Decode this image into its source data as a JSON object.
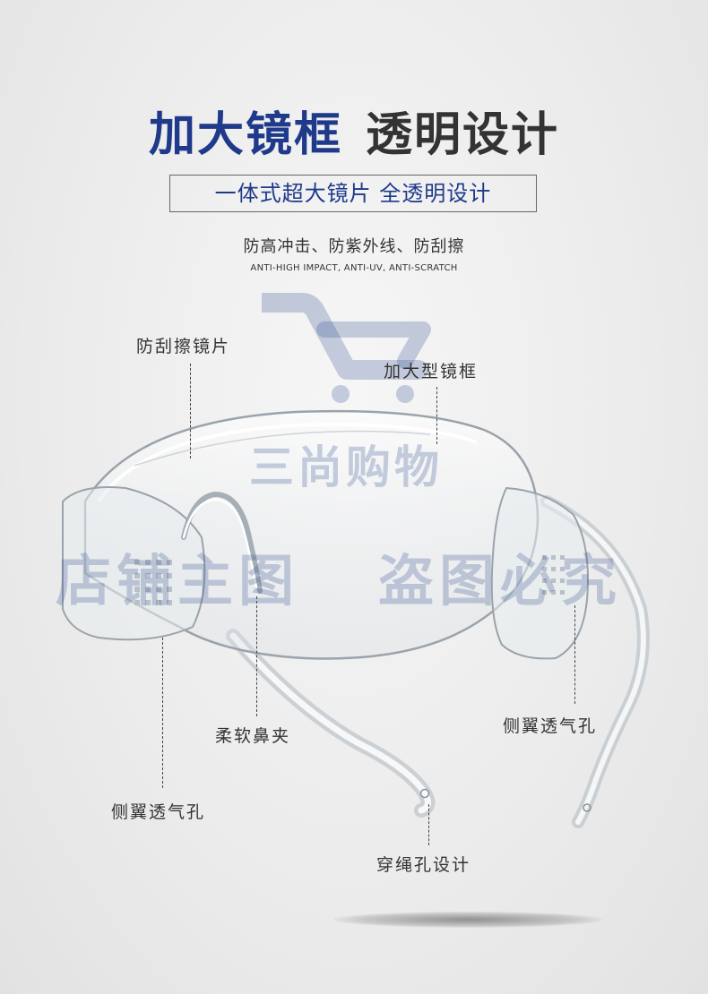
{
  "heading": {
    "part1": "加大镜框",
    "part2": "透明设计"
  },
  "subtitle": "一体式超大镜片  全透明设计",
  "features": {
    "cn": "防高冲击、防紫外线、防刮擦",
    "en": "ANTI-HIGH IMPACT, ANTI-UV, ANTI-SCRATCH"
  },
  "callouts": {
    "lens": "防刮擦镜片",
    "frame": "加大型镜框",
    "nose": "柔软鼻夹",
    "vent_left": "侧翼透气孔",
    "vent_right": "侧翼透气孔",
    "lanyard": "穿绳孔设计"
  },
  "watermark": {
    "brand": "三尚购物",
    "left": "店铺主图",
    "right": "盗图必究",
    "logo": "shopping-cart-logo"
  },
  "colors": {
    "accent_blue": "#1f3a8a",
    "text_dark": "#333333",
    "watermark": "#3c5a96"
  }
}
